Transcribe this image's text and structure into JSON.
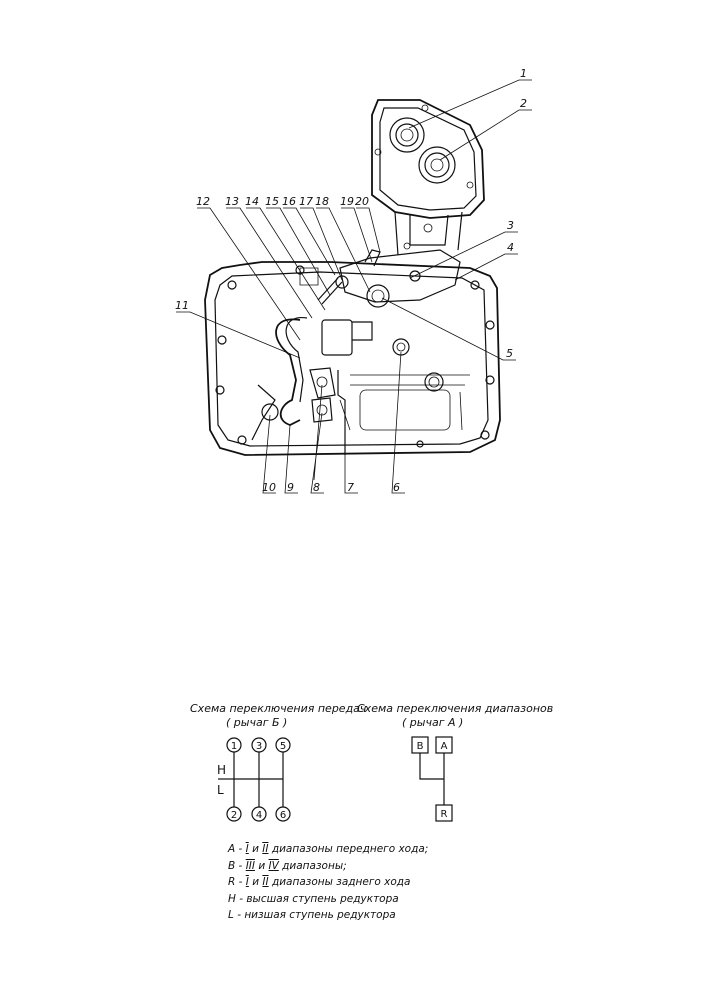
{
  "callouts": [
    {
      "n": "1"
    },
    {
      "n": "2"
    },
    {
      "n": "3"
    },
    {
      "n": "4"
    },
    {
      "n": "5"
    },
    {
      "n": "6"
    },
    {
      "n": "7"
    },
    {
      "n": "8"
    },
    {
      "n": "9"
    },
    {
      "n": "10"
    },
    {
      "n": "11"
    },
    {
      "n": "12"
    },
    {
      "n": "13"
    },
    {
      "n": "14"
    },
    {
      "n": "15"
    },
    {
      "n": "16"
    },
    {
      "n": "17"
    },
    {
      "n": "18"
    },
    {
      "n": "19"
    },
    {
      "n": "20"
    }
  ],
  "gear_scheme": {
    "title": "Схема переключения передач",
    "subtitle": "( рычаг Б )",
    "h_label": "H",
    "l_label": "L",
    "top_positions": [
      "1",
      "3",
      "5"
    ],
    "bottom_positions": [
      "2",
      "4",
      "6"
    ]
  },
  "range_scheme": {
    "title": "Схема переключения диапазонов",
    "subtitle": "( рычаг А )",
    "positions": [
      "B",
      "A",
      "R"
    ]
  },
  "legend": {
    "line_a": {
      "key": "A -",
      "r1": "I",
      "mid": "и",
      "r2": "II",
      "text": "диапазоны переднего хода;"
    },
    "line_b": {
      "key": "B -",
      "r1": "III",
      "mid": "и",
      "r2": "IV",
      "text": "диапазоны;"
    },
    "line_r": {
      "key": "R -",
      "r1": "I",
      "mid": "и",
      "r2": "II",
      "text": "диапазоны заднего хода"
    },
    "line_h": "H - высшая ступень редуктора",
    "line_l": "L - низшая ступень редуктора"
  }
}
